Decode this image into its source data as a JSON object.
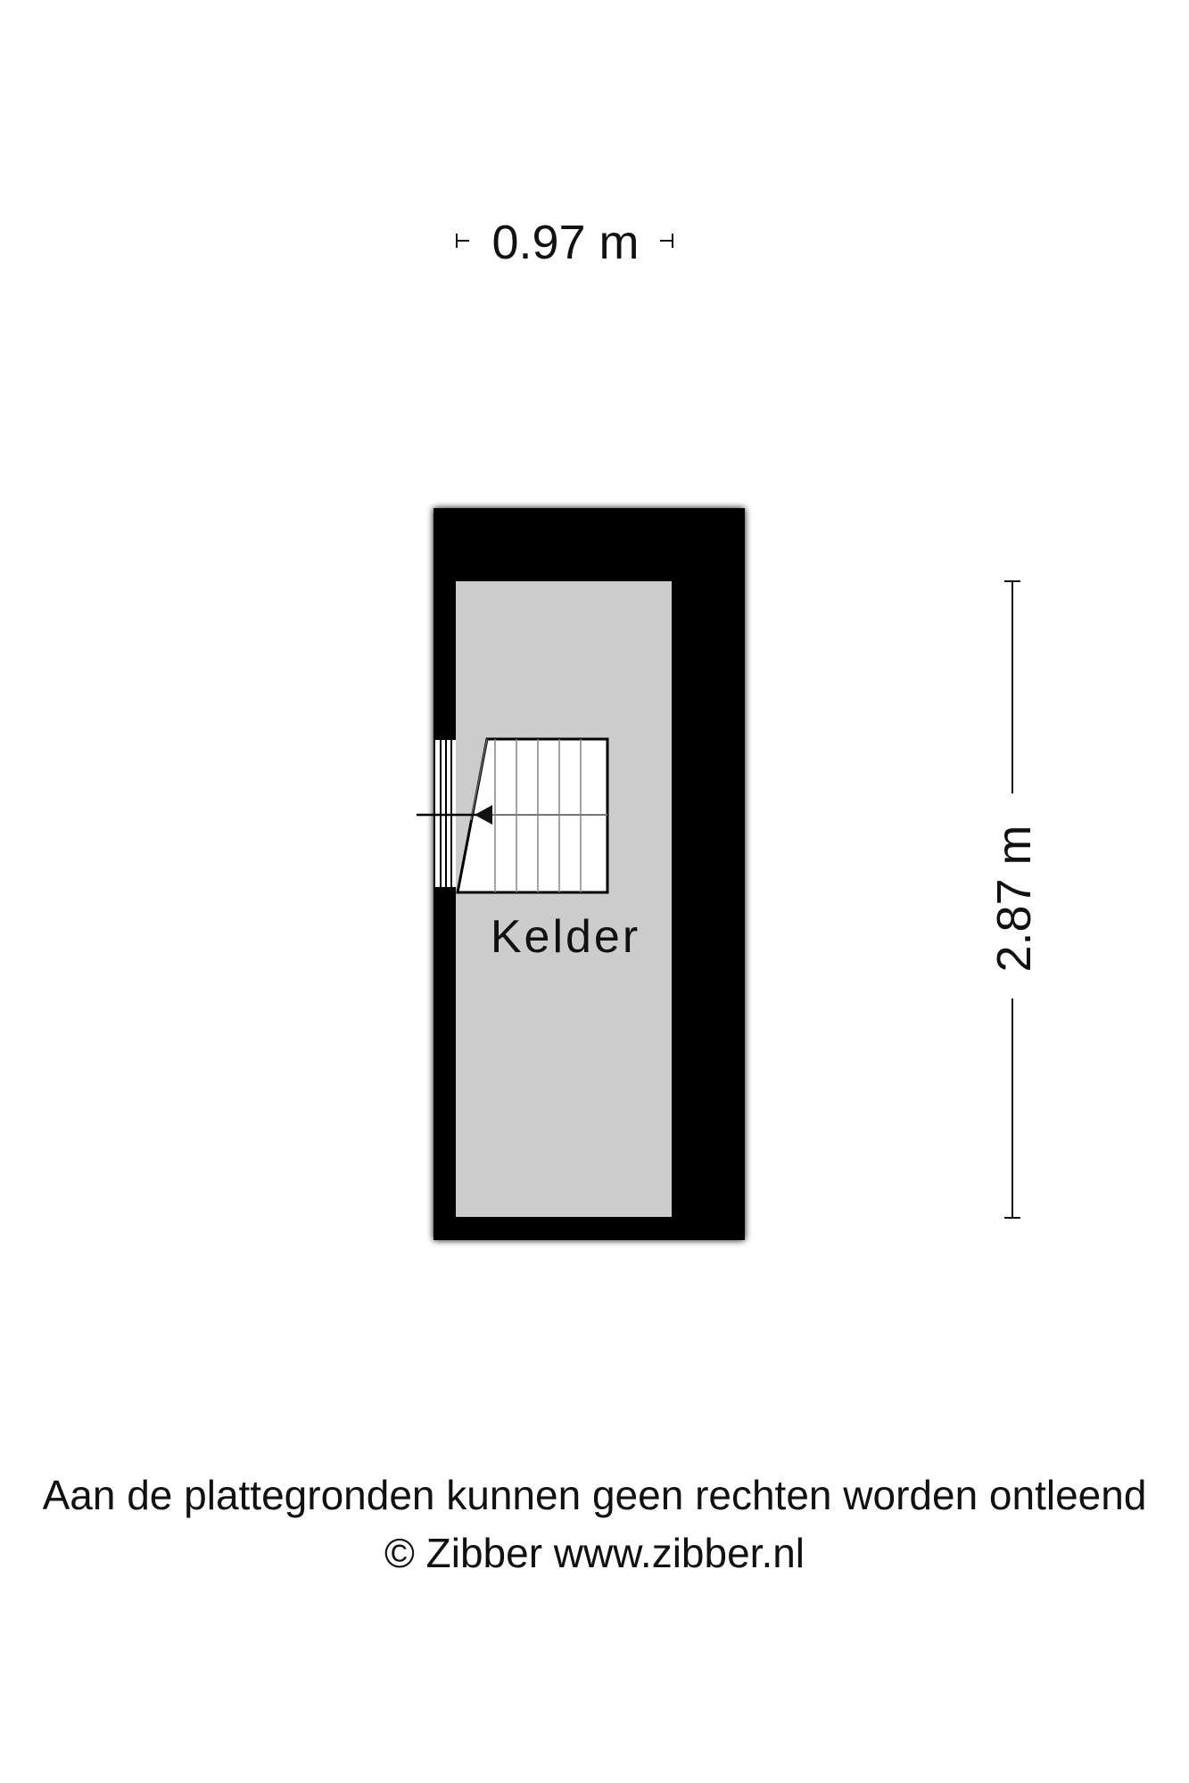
{
  "plan": {
    "width_dimension": "0.97 m",
    "height_dimension": "2.87 m",
    "room_label": "Kelder"
  },
  "footer": {
    "disclaimer": "Aan de plattegronden kunnen geen rechten worden ontleend",
    "copyright": "© Zibber www.zibber.nl"
  },
  "colors": {
    "wall": "#000000",
    "floor": "#cccccc",
    "stair": "#ffffff",
    "text": "#111111"
  }
}
